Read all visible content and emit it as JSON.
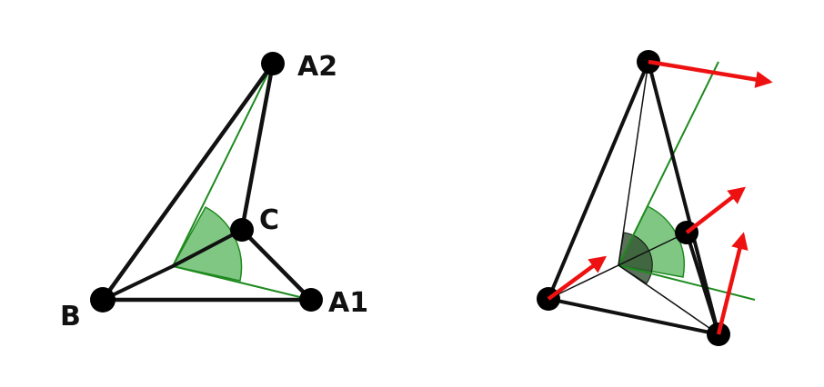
{
  "left_figure": {
    "labels": {
      "a2": "A2",
      "c": "C",
      "b": "B",
      "a1": "A1"
    }
  },
  "colors": {
    "edge": "#111111",
    "vertex": "#000000",
    "plane_line": "#1e8a1e",
    "angle_fill": "#4caf50",
    "angle_dark": "#2f4f2f",
    "force_arrow": "#ee1111",
    "background": "#ffffff"
  }
}
